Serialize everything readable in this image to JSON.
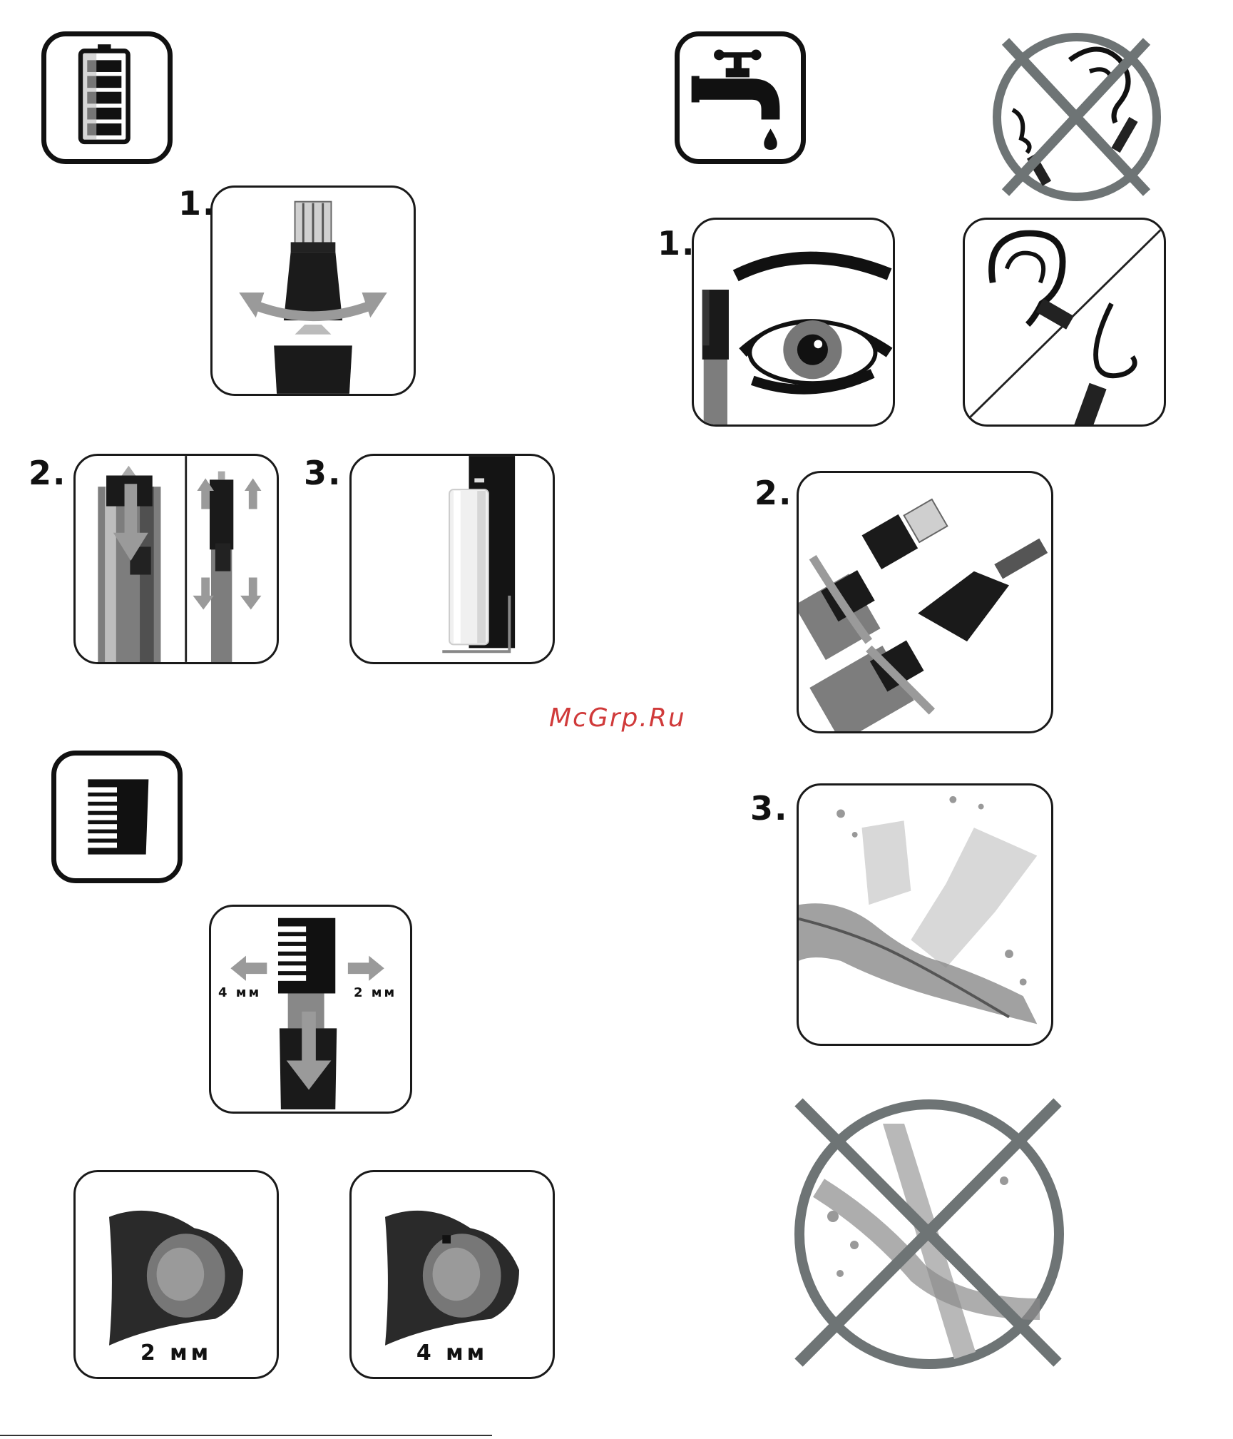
{
  "steps": {
    "battery_1": "1.",
    "battery_2": "2.",
    "battery_3": "3.",
    "clean_1": "1.",
    "clean_2": "2.",
    "clean_3": "3."
  },
  "comb": {
    "left_label": "4 мм",
    "right_label": "2 мм"
  },
  "attachments": {
    "small": "2 мм",
    "large": "4 мм"
  },
  "watermark": "McGrp.Ru",
  "icons": {
    "battery": "battery-icon",
    "tap": "water-tap-icon",
    "comb": "comb-icon",
    "prohibited": "prohibited-icon"
  },
  "colors": {
    "ink": "#111111",
    "grey_arrow": "#9a9a9a",
    "prohibit_grey": "#6e7475",
    "watermark": "#d03a3a"
  }
}
